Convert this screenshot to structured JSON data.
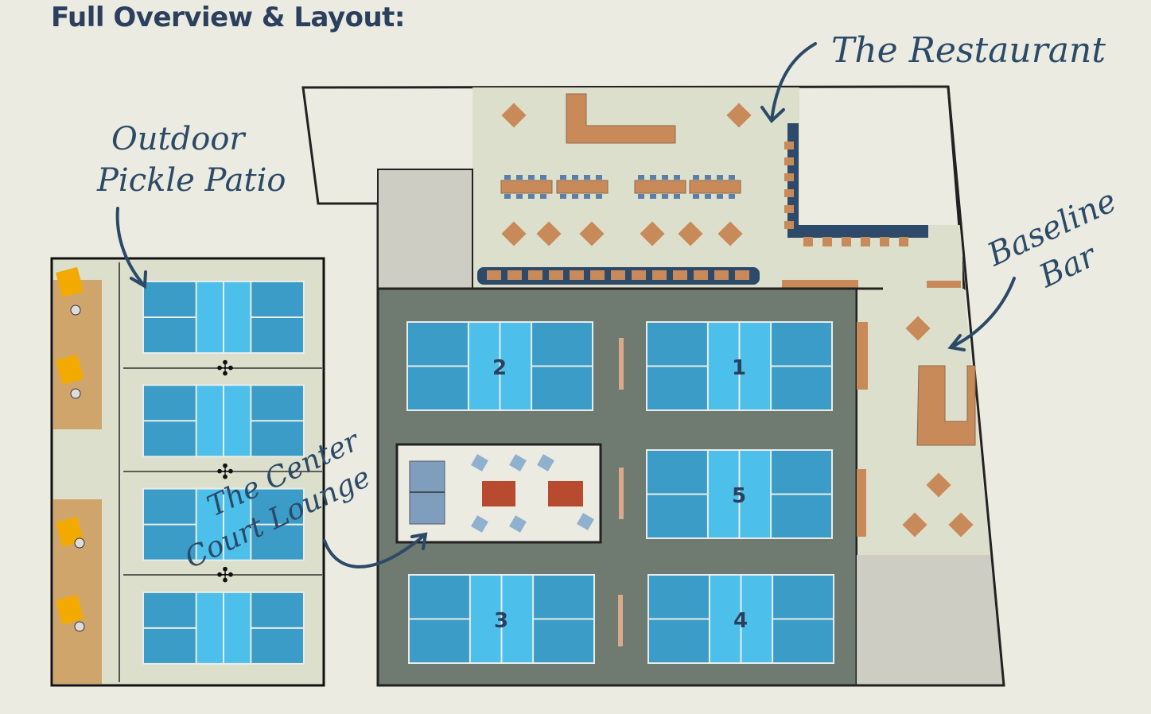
{
  "title": "Full Overview & Layout:",
  "labels": {
    "restaurant": "The Restaurant",
    "patio_line1": "Outdoor",
    "patio_line2": "Pickle Patio",
    "bar_line1": "Baseline",
    "bar_line2": "Bar",
    "lounge_line1": "The Center",
    "lounge_line2": "Court Lounge"
  },
  "indoor_courts": [
    {
      "number": "2"
    },
    {
      "number": "1"
    },
    {
      "number": "5"
    },
    {
      "number": "3"
    },
    {
      "number": "4"
    }
  ],
  "outdoor_court_count": 4,
  "colors": {
    "background": "#ecebe1",
    "title": "#2b3f5e",
    "court_outer": "#3a9cc7",
    "court_kitchen": "#4cc0ea",
    "court_floor": "#6f7a70",
    "venue_floor": "#dcdfcc",
    "table": "#c98a5a"
  }
}
